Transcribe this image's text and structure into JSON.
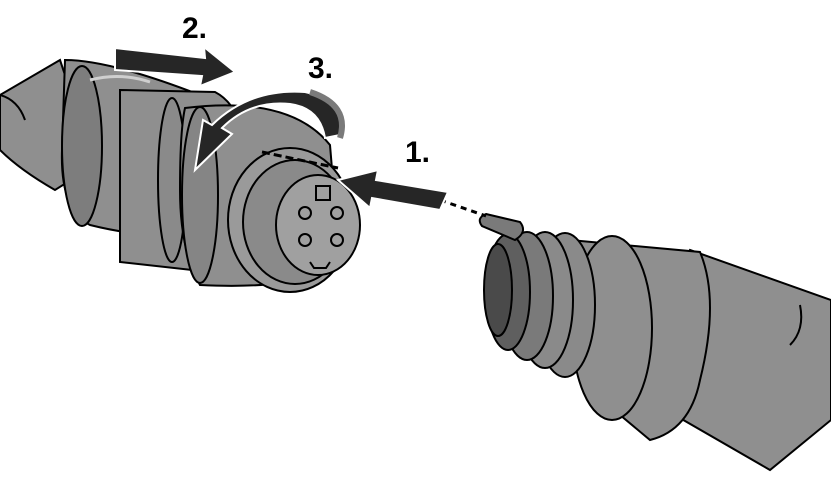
{
  "steps": [
    {
      "label": "1."
    },
    {
      "label": "2."
    },
    {
      "label": "3."
    }
  ],
  "colors": {
    "body": "#8f8f8f",
    "body_dark": "#6e6e6e",
    "body_light": "#a8a8a8",
    "outline": "#000000",
    "arrow": "#262626",
    "background": "#ffffff"
  }
}
